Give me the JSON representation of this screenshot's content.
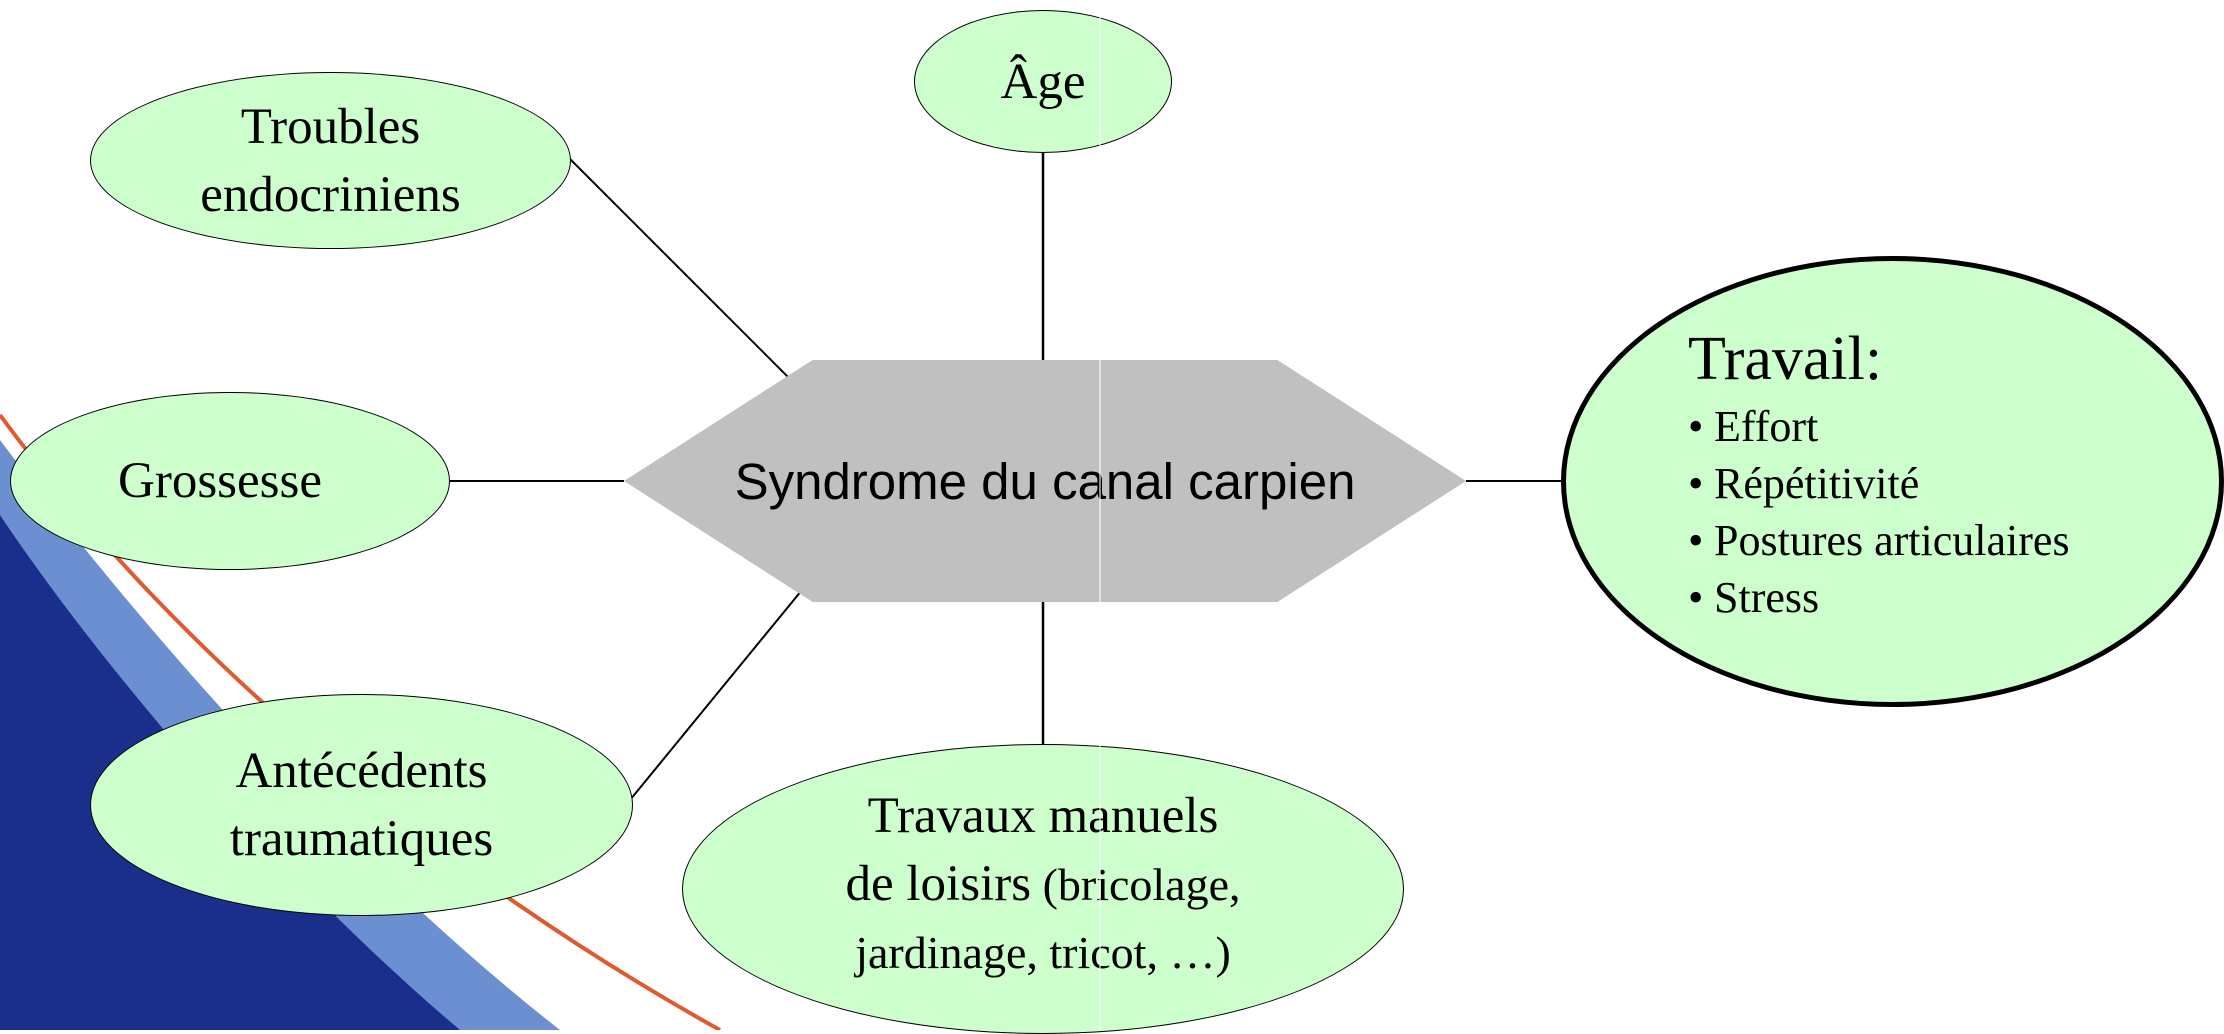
{
  "colors": {
    "node_fill": "#ccffcc",
    "center_fill": "#c0c0c0",
    "background_dark_blue": "#1a2f8c",
    "background_light_blue": "#6b8fd0",
    "background_orange_line": "#e05a30"
  },
  "center": {
    "label": "Syndrome du canal carpien"
  },
  "nodes": {
    "age": {
      "label": "Âge"
    },
    "troubles": {
      "line1": "Troubles",
      "line2": "endocriniens"
    },
    "grossesse": {
      "label": "Grossesse"
    },
    "antecedents": {
      "line1": "Antécédents",
      "line2": "traumatiques"
    },
    "travaux": {
      "line1": "Travaux manuels",
      "line2_a": "de loisirs",
      "line2_b": " (bricolage,",
      "line3": "jardinage, tricot, …)"
    },
    "travail": {
      "title": "Travail:",
      "bullet": "•",
      "items": [
        "Effort",
        "Répétitivité",
        "Postures articulaires",
        "Stress"
      ]
    }
  }
}
